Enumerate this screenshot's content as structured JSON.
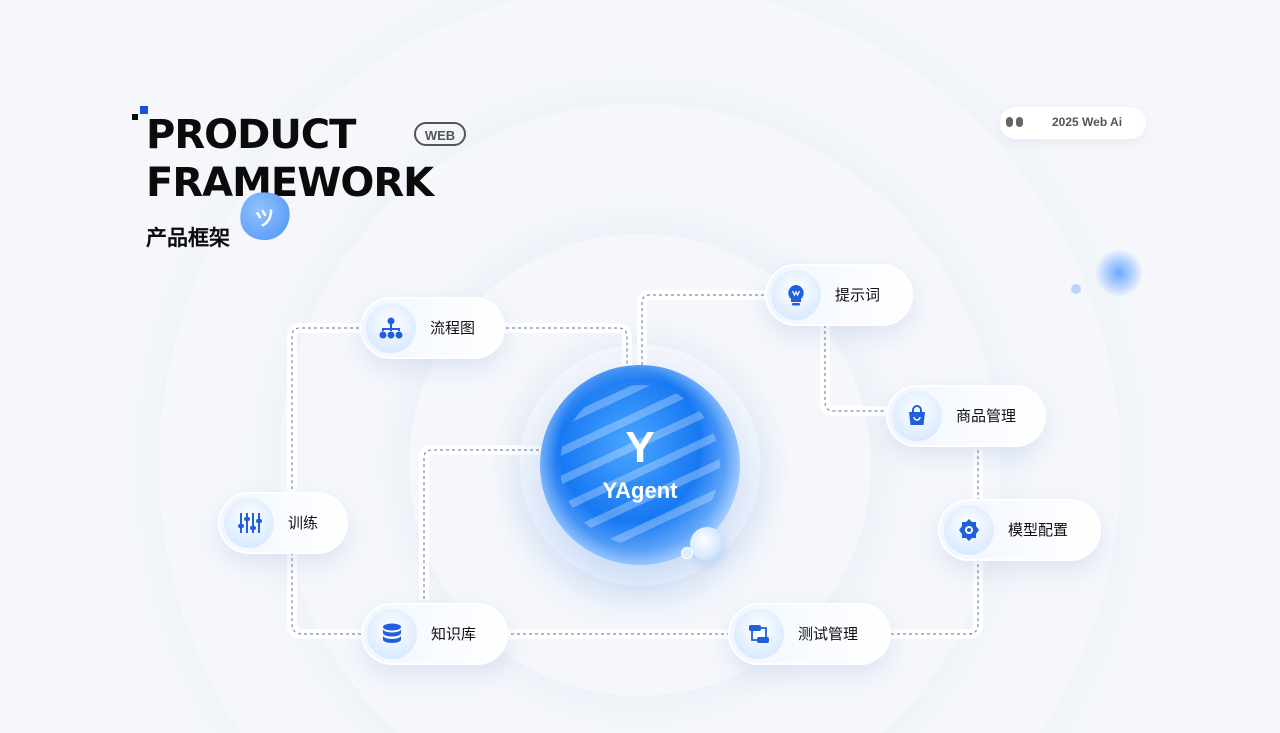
{
  "header": {
    "title_line1": "PRODUCT",
    "title_line2": "FRAMEWORK",
    "tag": "WEB",
    "subtitle_cn": "产品框架",
    "badge_text": "ツ"
  },
  "year_pill": {
    "text": "2025 Web Ai"
  },
  "center": {
    "logo_letter": "Y",
    "name": "YAgent"
  },
  "nodes": [
    {
      "key": "flowchart",
      "label": "流程图",
      "icon": "org-chart-icon"
    },
    {
      "key": "prompt",
      "label": "提示词",
      "icon": "lightbulb-icon"
    },
    {
      "key": "goods",
      "label": "商品管理",
      "icon": "shopping-bag-icon"
    },
    {
      "key": "model",
      "label": "模型配置",
      "icon": "gear-icon"
    },
    {
      "key": "train",
      "label": "训练",
      "icon": "sliders-icon"
    },
    {
      "key": "kb",
      "label": "知识库",
      "icon": "database-icon"
    },
    {
      "key": "test",
      "label": "测试管理",
      "icon": "workflow-icon"
    }
  ],
  "colors": {
    "accent": "#1778f2",
    "icon_blue": "#1f5fe0",
    "background": "#f5f7fb",
    "connector": "#7f8da3"
  }
}
